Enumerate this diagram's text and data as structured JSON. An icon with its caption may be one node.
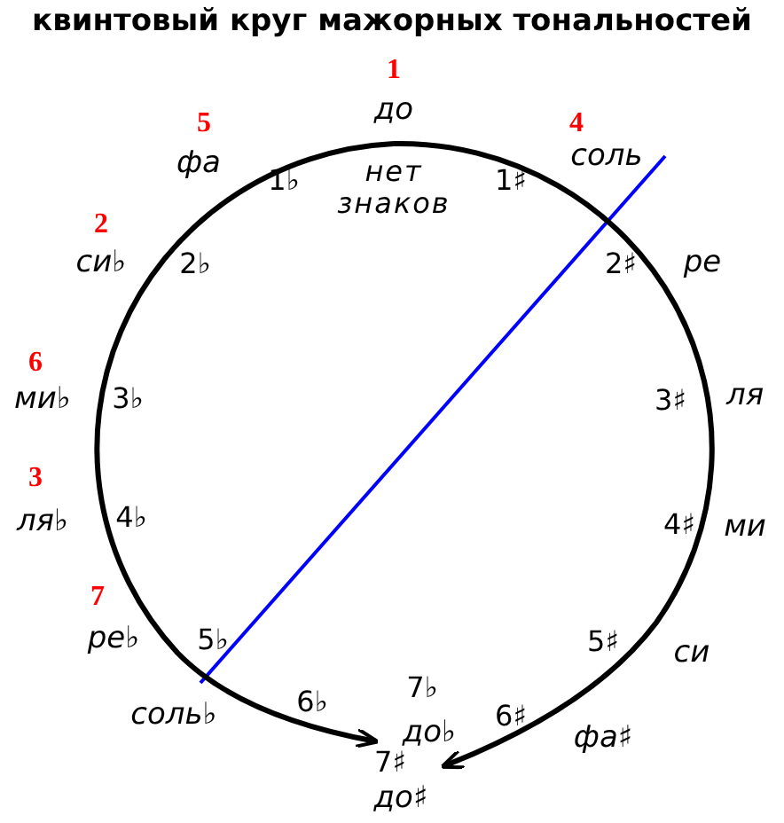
{
  "diagram": {
    "title": "квинтовый круг мажорных тональностей",
    "nodes": [
      {
        "text": [
          "до"
        ]
      },
      {
        "text": [
          "до♭"
        ]
      },
      {
        "text": [
          "до♯"
        ]
      }
    ],
    "edges": [
      {
        "from": 0,
        "to": 1,
        "arrow": "to"
      },
      {
        "from": 0,
        "to": 2,
        "arrow": "to"
      }
    ],
    "labels": [
      "1",
      "5",
      "4",
      "фа",
      "соль",
      "1♭",
      "нет знаков",
      "1♯",
      "2",
      "си♭",
      "2♭",
      "2♯",
      "ре",
      "6",
      "ми♭",
      "3♭",
      "3♯",
      "ля",
      "3",
      "ля♭",
      "4♭",
      "4♯",
      "ми",
      "7",
      "ре♭",
      "5♭",
      "5♯",
      "си",
      "6♭",
      "соль♭",
      "6♯",
      "7♭",
      "фа♯",
      "7♯"
    ]
  }
}
